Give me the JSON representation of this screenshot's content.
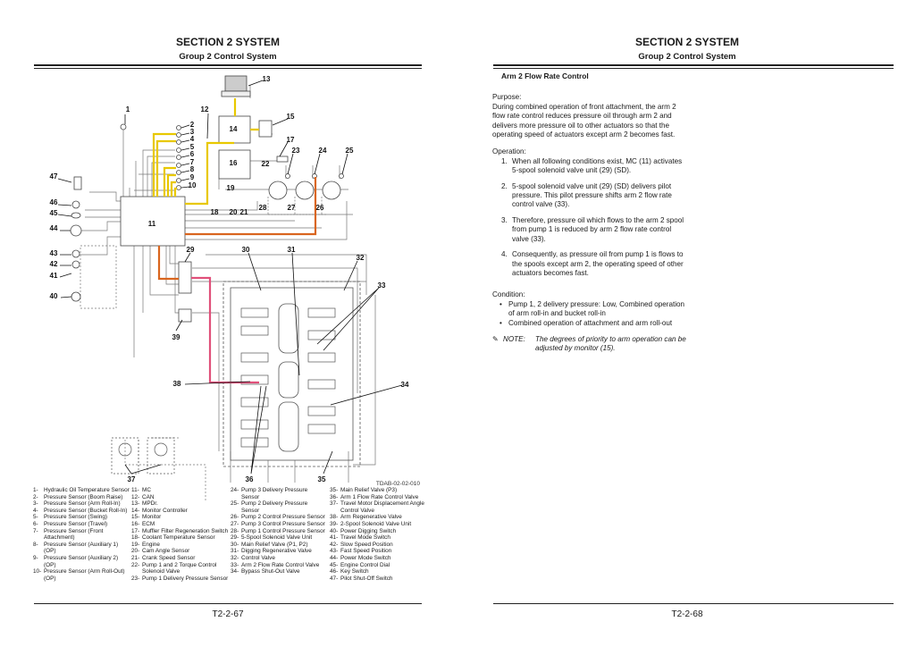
{
  "left_page": {
    "section": "SECTION 2 SYSTEM",
    "group": "Group 2 Control System",
    "page_number": "T2-2-67",
    "figure_id": "TDAB-02-02-010",
    "callouts": [
      "1",
      "2",
      "3",
      "4",
      "5",
      "6",
      "7",
      "8",
      "9",
      "10",
      "11",
      "12",
      "13",
      "14",
      "15",
      "16",
      "17",
      "18",
      "19",
      "20",
      "21",
      "22",
      "23",
      "24",
      "25",
      "26",
      "27",
      "28",
      "29",
      "30",
      "31",
      "32",
      "33",
      "34",
      "35",
      "36",
      "37",
      "38",
      "39",
      "40",
      "41",
      "42",
      "43",
      "44",
      "45",
      "46",
      "47"
    ],
    "legend": [
      [
        {
          "n": "1-",
          "t": "Hydraulic Oil Temperature Sensor"
        },
        {
          "n": "2-",
          "t": "Pressure Sensor (Boom Raise)"
        },
        {
          "n": "3-",
          "t": "Pressure Sensor (Arm Roll-In)"
        },
        {
          "n": "4-",
          "t": "Pressure Sensor (Bucket Roll-In)"
        },
        {
          "n": "5-",
          "t": "Pressure Sensor (Swing)"
        },
        {
          "n": "6-",
          "t": "Pressure Sensor (Travel)"
        },
        {
          "n": "7-",
          "t": "Pressure Sensor (Front Attachment)"
        },
        {
          "n": "8-",
          "t": "Pressure Sensor (Auxiliary 1) (OP)"
        },
        {
          "n": "9-",
          "t": "Pressure Sensor (Auxiliary 2) (OP)"
        },
        {
          "n": "10-",
          "t": "Pressure Sensor (Arm Roll-Out) (OP)"
        }
      ],
      [
        {
          "n": "11-",
          "t": "MC"
        },
        {
          "n": "12-",
          "t": "CAN"
        },
        {
          "n": "13-",
          "t": "MPDr."
        },
        {
          "n": "14-",
          "t": "Monitor Controller"
        },
        {
          "n": "15-",
          "t": "Monitor"
        },
        {
          "n": "16-",
          "t": "ECM"
        },
        {
          "n": "17-",
          "t": "Muffler Filter Regeneration Switch"
        },
        {
          "n": "18-",
          "t": "Coolant Temperature Sensor"
        },
        {
          "n": "19-",
          "t": "Engine"
        },
        {
          "n": "20-",
          "t": "Cam Angle Sensor"
        },
        {
          "n": "21-",
          "t": "Crank Speed Sensor"
        },
        {
          "n": "22-",
          "t": "Pump 1 and 2 Torque Control Solenoid Valve"
        },
        {
          "n": "23-",
          "t": "Pump 1 Delivery Pressure Sensor"
        }
      ],
      [
        {
          "n": "24-",
          "t": "Pump 3 Delivery Pressure Sensor"
        },
        {
          "n": "25-",
          "t": "Pump 2 Delivery Pressure Sensor"
        },
        {
          "n": "26-",
          "t": "Pump 2 Control Pressure Sensor"
        },
        {
          "n": "27-",
          "t": "Pump 3 Control Pressure Sensor"
        },
        {
          "n": "28-",
          "t": "Pump 1 Control Pressure Sensor"
        },
        {
          "n": "29-",
          "t": "5-Spool Solenoid Valve Unit"
        },
        {
          "n": "30-",
          "t": "Main Relief Valve (P1, P2)"
        },
        {
          "n": "31-",
          "t": "Digging Regenerative Valve"
        },
        {
          "n": "32-",
          "t": "Control Valve"
        },
        {
          "n": "33-",
          "t": "Arm 2 Flow Rate Control Valve"
        },
        {
          "n": "34-",
          "t": "Bypass Shut-Out Valve"
        }
      ],
      [
        {
          "n": "35-",
          "t": "Main Relief Valve (P3)"
        },
        {
          "n": "36-",
          "t": "Arm 1 Flow Rate Control Valve"
        },
        {
          "n": "37-",
          "t": "Travel Motor Displacement Angle Control Valve"
        },
        {
          "n": "38-",
          "t": "Arm Regenerative Valve"
        },
        {
          "n": "39-",
          "t": "2-Spool Solenoid Valve Unit"
        },
        {
          "n": "40-",
          "t": "Power Digging Switch"
        },
        {
          "n": "41-",
          "t": "Travel Mode Switch"
        },
        {
          "n": "42-",
          "t": "Slow Speed Position"
        },
        {
          "n": "43-",
          "t": "Fast Speed Position"
        },
        {
          "n": "44-",
          "t": "Power Mode Switch"
        },
        {
          "n": "45-",
          "t": "Engine Control Dial"
        },
        {
          "n": "46-",
          "t": "Key Switch"
        },
        {
          "n": "47-",
          "t": "Pilot Shut-Off Switch"
        }
      ]
    ]
  },
  "right_page": {
    "section": "SECTION 2 SYSTEM",
    "group": "Group 2 Control System",
    "page_number": "T2-2-68",
    "title": "Arm 2 Flow Rate Control",
    "purpose_label": "Purpose:",
    "purpose_text": "During combined operation of front attachment, the arm 2 flow rate control reduces pressure oil through arm 2 and delivers more pressure oil to other actuators so that the operating speed of actuators except arm 2 becomes fast.",
    "operation_label": "Operation:",
    "operation_steps": [
      {
        "k": "1.",
        "t": "When all following conditions exist, MC (11) activates 5-spool solenoid valve unit (29) (SD)."
      },
      {
        "k": "2.",
        "t": "5-spool solenoid valve unit (29) (SD) delivers pilot pressure. This pilot pressure shifts arm 2 flow rate control valve (33)."
      },
      {
        "k": "3.",
        "t": "Therefore, pressure oil which  flows to the arm 2 spool from pump 1 is reduced by arm 2 flow rate control valve (33)."
      },
      {
        "k": "4.",
        "t": "Consequently, as pressure oil from pump 1 is flows to the spools except arm 2, the operating speed of other actuators becomes fast."
      }
    ],
    "condition_label": "Condition:",
    "conditions": [
      {
        "k": "•",
        "t": "Pump 1, 2 delivery pressure: Low, Combined operation of arm roll-in and bucket roll-in"
      },
      {
        "k": "•",
        "t": "Combined operation of attachment and arm roll-out"
      }
    ],
    "note_label": "NOTE:",
    "note_text": "The degrees of priority to arm operation can be adjusted by monitor (15)."
  },
  "colors": {
    "can_line": "#e8c800",
    "pump_line": "#d9651e",
    "pilot_line": "#e0507a",
    "wire": "#777777"
  }
}
